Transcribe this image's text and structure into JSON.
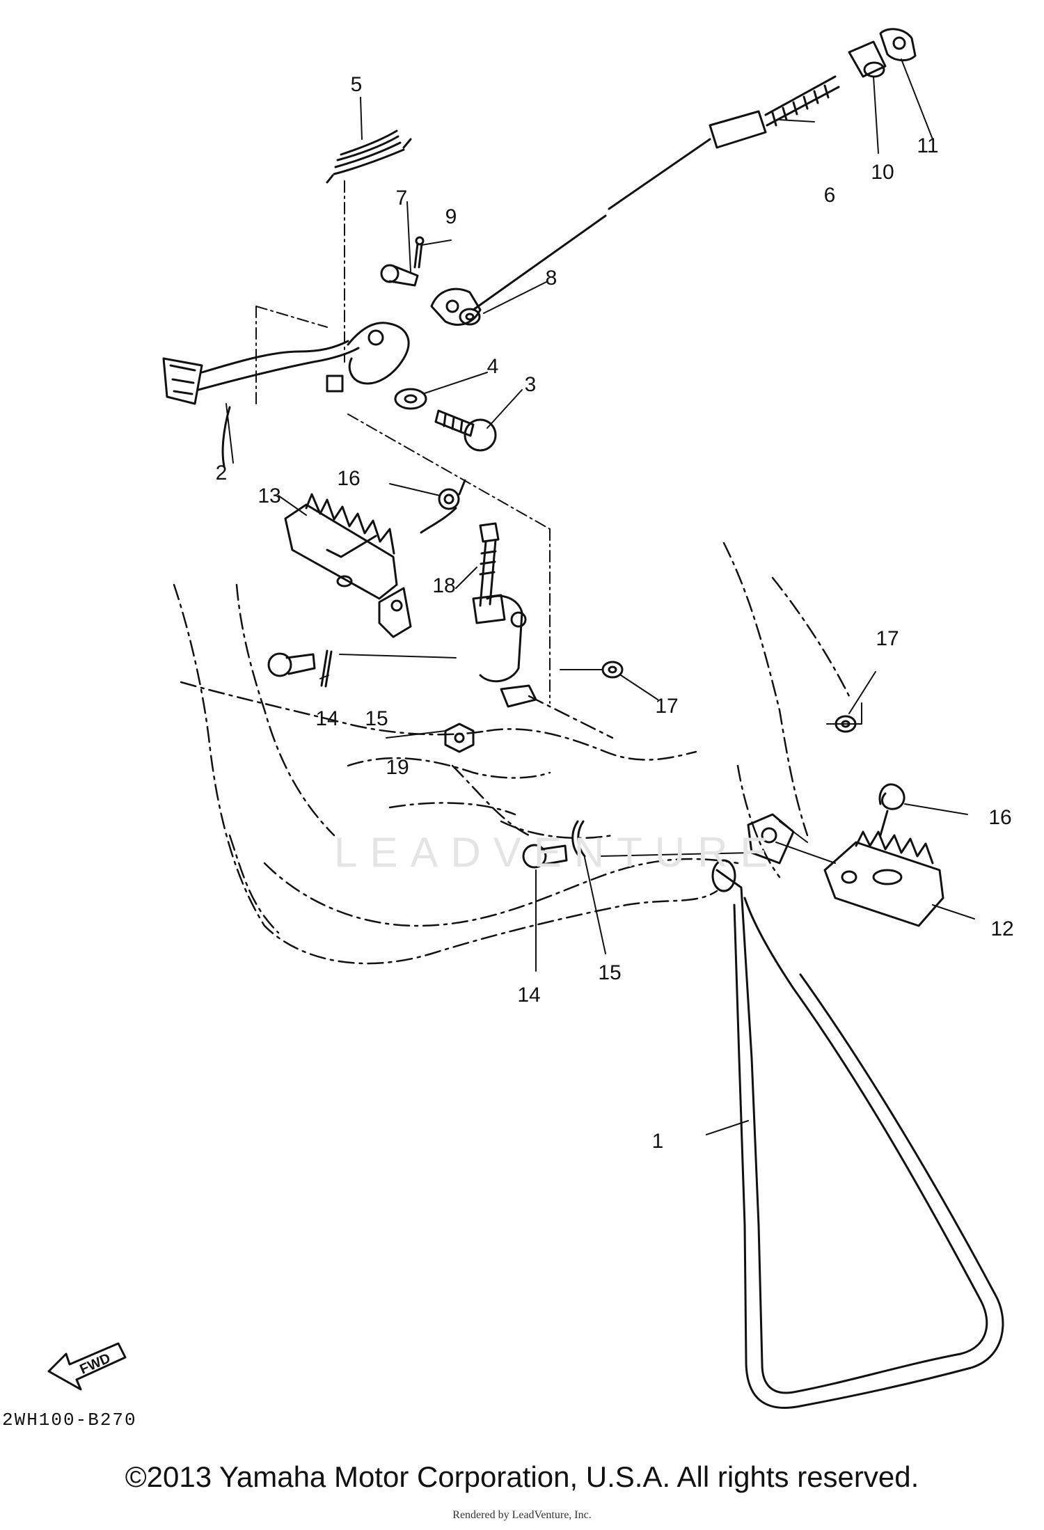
{
  "diagram": {
    "callouts": [
      {
        "id": "c1",
        "text": "1"
      },
      {
        "id": "c2",
        "text": "2"
      },
      {
        "id": "c3",
        "text": "3"
      },
      {
        "id": "c4",
        "text": "4"
      },
      {
        "id": "c5",
        "text": "5"
      },
      {
        "id": "c6",
        "text": "6"
      },
      {
        "id": "c7",
        "text": "7"
      },
      {
        "id": "c8",
        "text": "8"
      },
      {
        "id": "c9",
        "text": "9"
      },
      {
        "id": "c10",
        "text": "10"
      },
      {
        "id": "c11",
        "text": "11"
      },
      {
        "id": "c12",
        "text": "12"
      },
      {
        "id": "c13",
        "text": "13"
      },
      {
        "id": "c14a",
        "text": "14"
      },
      {
        "id": "c14b",
        "text": "14"
      },
      {
        "id": "c15a",
        "text": "15"
      },
      {
        "id": "c15b",
        "text": "15"
      },
      {
        "id": "c16a",
        "text": "16"
      },
      {
        "id": "c16b",
        "text": "16"
      },
      {
        "id": "c17a",
        "text": "17"
      },
      {
        "id": "c17b",
        "text": "17"
      },
      {
        "id": "c18",
        "text": "18"
      },
      {
        "id": "c19",
        "text": "19"
      }
    ],
    "fwd_label": "FWD",
    "diagram_code": "2WH100-B270",
    "watermark_text": "LEADVENTURE"
  },
  "footer": {
    "copyright": "©2013 Yamaha Motor Corporation, U.S.A. All rights reserved.",
    "rendered_by": "Rendered by LeadVenture, Inc."
  }
}
